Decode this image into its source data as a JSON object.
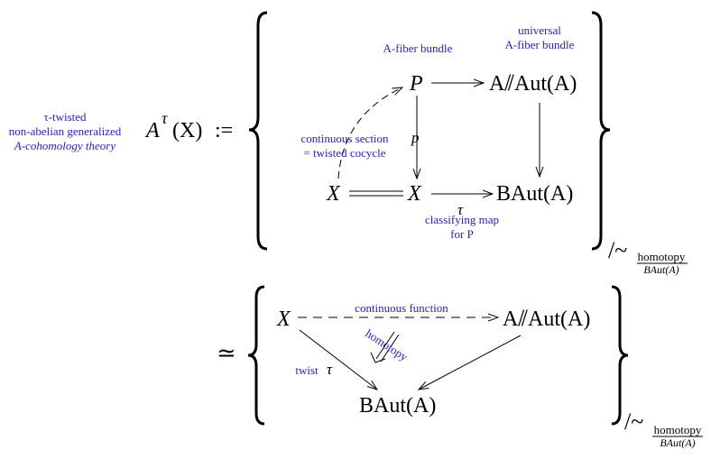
{
  "side_note": {
    "line1": "τ-twisted",
    "line2": "non-abelian generalized",
    "line3": "A-cohomology theory"
  },
  "definition": {
    "lhs_A": "A",
    "lhs_tau": "τ",
    "lhs_X": "(X)",
    "assign": ":="
  },
  "top_diagram": {
    "P": "P",
    "quotient": "A⫽Aut(A)",
    "X_left": "X",
    "X_right": "X",
    "BAutA": "BAut(A)",
    "p_label": "p",
    "tau_label": "τ",
    "note_fiber_bundle": "A-fiber bundle",
    "note_universal_1": "universal",
    "note_universal_2": "A-fiber bundle",
    "note_section_1": "continuous section",
    "note_section_2": "= twisted cocycle",
    "note_classifying_1": "classifying map",
    "note_classifying_2": "for P"
  },
  "quotient_top": {
    "slash": "/~",
    "num": "homotopy",
    "den": "BAut(A)"
  },
  "equiv_symbol": "≃",
  "bottom_diagram": {
    "X": "X",
    "quotient": "A⫽Aut(A)",
    "BAutA": "BAut(A)",
    "note_continuous": "continuous function",
    "note_homotopy": "homotopy",
    "note_twist": "twist",
    "tau_label": "τ"
  },
  "quotient_bottom": {
    "slash": "/~",
    "num": "homotopy",
    "den": "BAut(A)"
  },
  "colors": {
    "note_blue": "#1f1fd0",
    "ink": "#000000"
  }
}
